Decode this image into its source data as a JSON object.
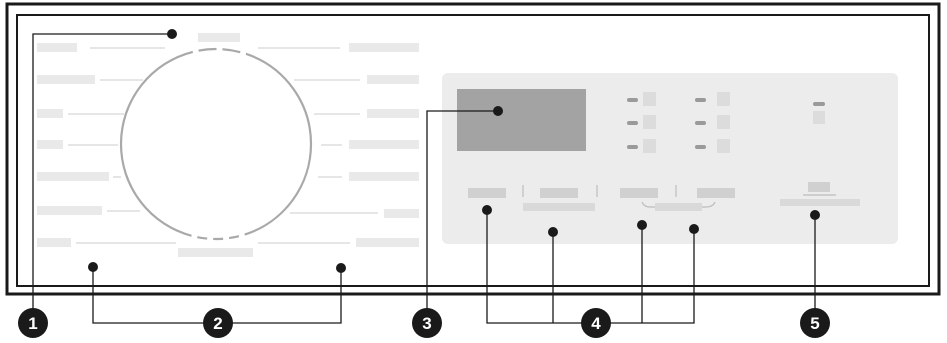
{
  "colors": {
    "frame": "#1a1a1a",
    "placeholder_bar": "#e9e9e9",
    "leader_line": "#d6d6d6",
    "dial_ring": "#a9a9a9",
    "display_panel": "#ececec",
    "lcd": "#a3a3a3",
    "indicator_led": "#9a9a9a",
    "indicator_box": "#dcdcdc",
    "button": "#d0d0d0",
    "callout_badge": "#1a1a1a",
    "callout_text": "#ffffff",
    "callout_line": "#1a1a1a"
  },
  "callouts": [
    {
      "id": "1",
      "label": "1",
      "target": "program-selector-knob"
    },
    {
      "id": "2",
      "label": "2",
      "target": "program-dial-area"
    },
    {
      "id": "3",
      "label": "3",
      "target": "lcd-display"
    },
    {
      "id": "4",
      "label": "4",
      "target": "option-buttons"
    },
    {
      "id": "5",
      "label": "5",
      "target": "start-pause-button"
    }
  ]
}
